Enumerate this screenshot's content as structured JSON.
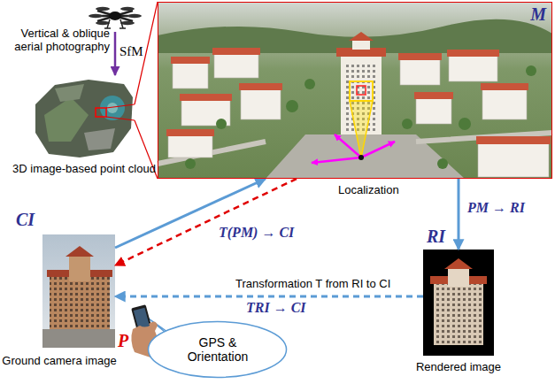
{
  "diagram": {
    "nodes": [
      {
        "text": [
          "Vertical & oblique aerial photography"
        ]
      },
      {
        "text": [
          "3D image-based point cloud"
        ]
      },
      {
        "text": [
          "M"
        ]
      },
      {
        "text": [
          "RI",
          "Rendered image"
        ]
      },
      {
        "text": [
          "CI",
          "Ground camera image"
        ]
      },
      {
        "text": [
          "GPS & Orientation"
        ]
      }
    ],
    "edges": [
      {
        "from": 0,
        "to": 1,
        "arrow": "to",
        "label": "SfM"
      },
      {
        "from": 1,
        "to": 2,
        "arrow": "none"
      },
      {
        "from": 1,
        "to": 2,
        "arrow": "none"
      },
      {
        "from": 2,
        "to": 3,
        "arrow": "to",
        "label": "PM → RI"
      },
      {
        "from": 4,
        "to": 2,
        "arrow": "to"
      },
      {
        "from": 2,
        "to": 4,
        "arrow": "to",
        "label": "T(PM) → CI"
      },
      {
        "from": 3,
        "to": 4,
        "arrow": "to",
        "label": "TRI → CI"
      }
    ],
    "labels": [
      "Localization",
      "Transformation T from RI to CI",
      "P"
    ]
  }
}
